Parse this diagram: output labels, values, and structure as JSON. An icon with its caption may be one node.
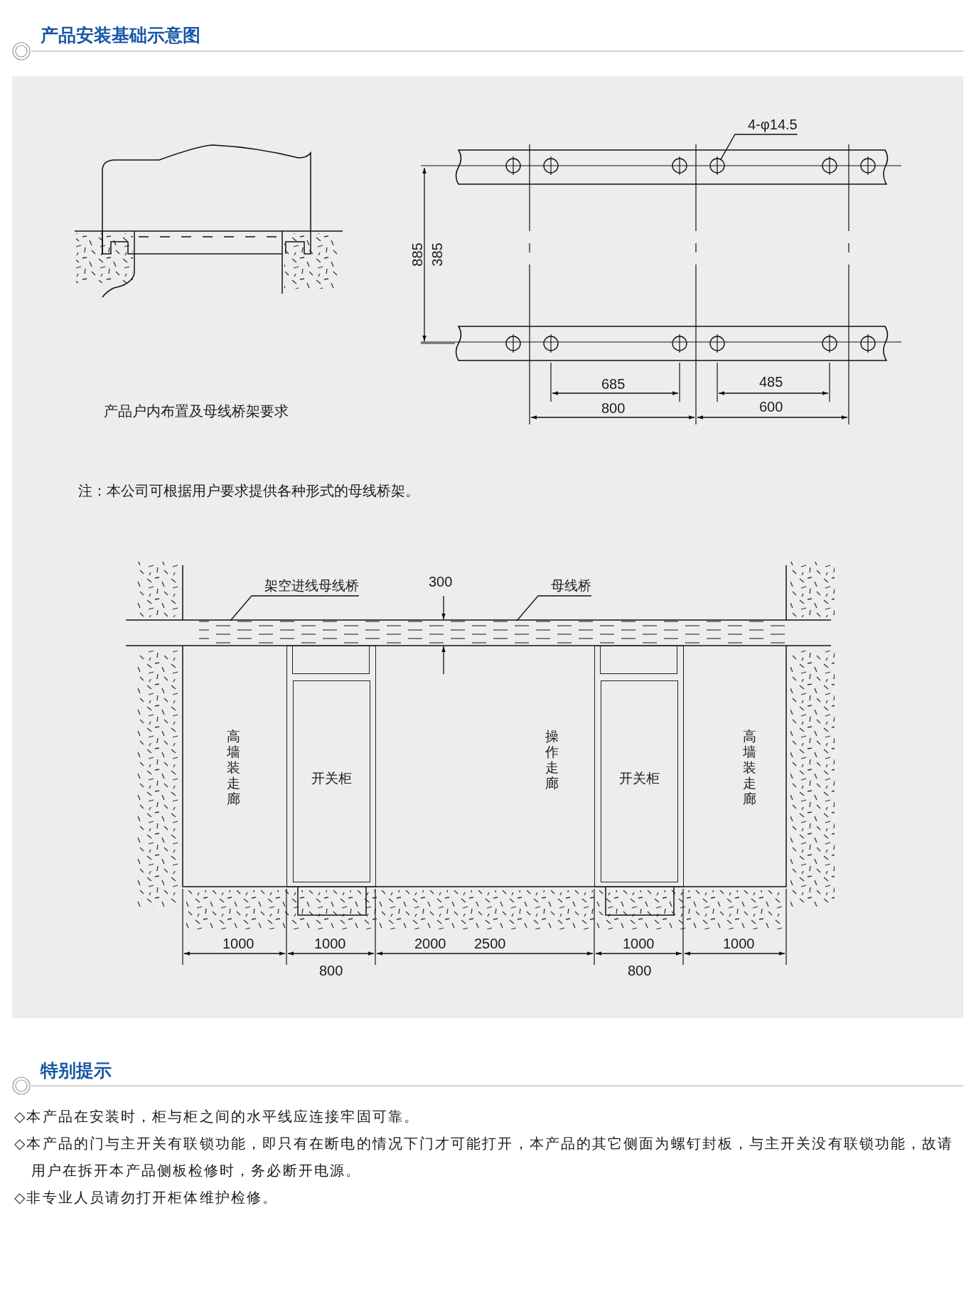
{
  "diagram": {
    "title": "产品安装基础示意图",
    "nodes": [
      {
        "text": [
          "4-φ14.5"
        ]
      },
      {
        "text": [],
        "shape": "circle"
      },
      {
        "text": [
          "架空进线母线桥"
        ]
      },
      {
        "text": [],
        "shape": "bar"
      },
      {
        "text": [
          "母线桥"
        ]
      },
      {
        "text": [],
        "shape": "bar"
      },
      {
        "text": [
          "开关柜"
        ]
      },
      {
        "text": [
          "开关柜"
        ]
      }
    ],
    "edges": [
      {
        "from": 0,
        "to": 1,
        "arrow": "none"
      },
      {
        "from": 2,
        "to": 3,
        "arrow": "none"
      },
      {
        "from": 4,
        "to": 5,
        "arrow": "none"
      }
    ],
    "labels": [
      "885",
      "385",
      "685",
      "485",
      "800",
      "600",
      "产品户内布置及母线桥架要求",
      "注：本公司可根据用户要求提供各种形式的母线桥架。",
      "300",
      "高墙装走廊",
      "操作走廊",
      "高墙装走廊",
      "1000",
      "1000",
      "2000",
      "2500",
      "1000",
      "1000",
      "800",
      "800",
      "特别提示",
      "◇本产品在安装时，柜与柜之间的水平线应连接牢固可靠。",
      "◇本产品的门与主开关有联锁功能，即只有在断电的情况下门才可能打开，本产品的其它侧面为螺钉封板，与主开关没有联锁功能，故请用户在拆开本产品侧板检修时，务必断开电源。",
      "◇非专业人员请勿打开柜体维护检修。"
    ]
  }
}
